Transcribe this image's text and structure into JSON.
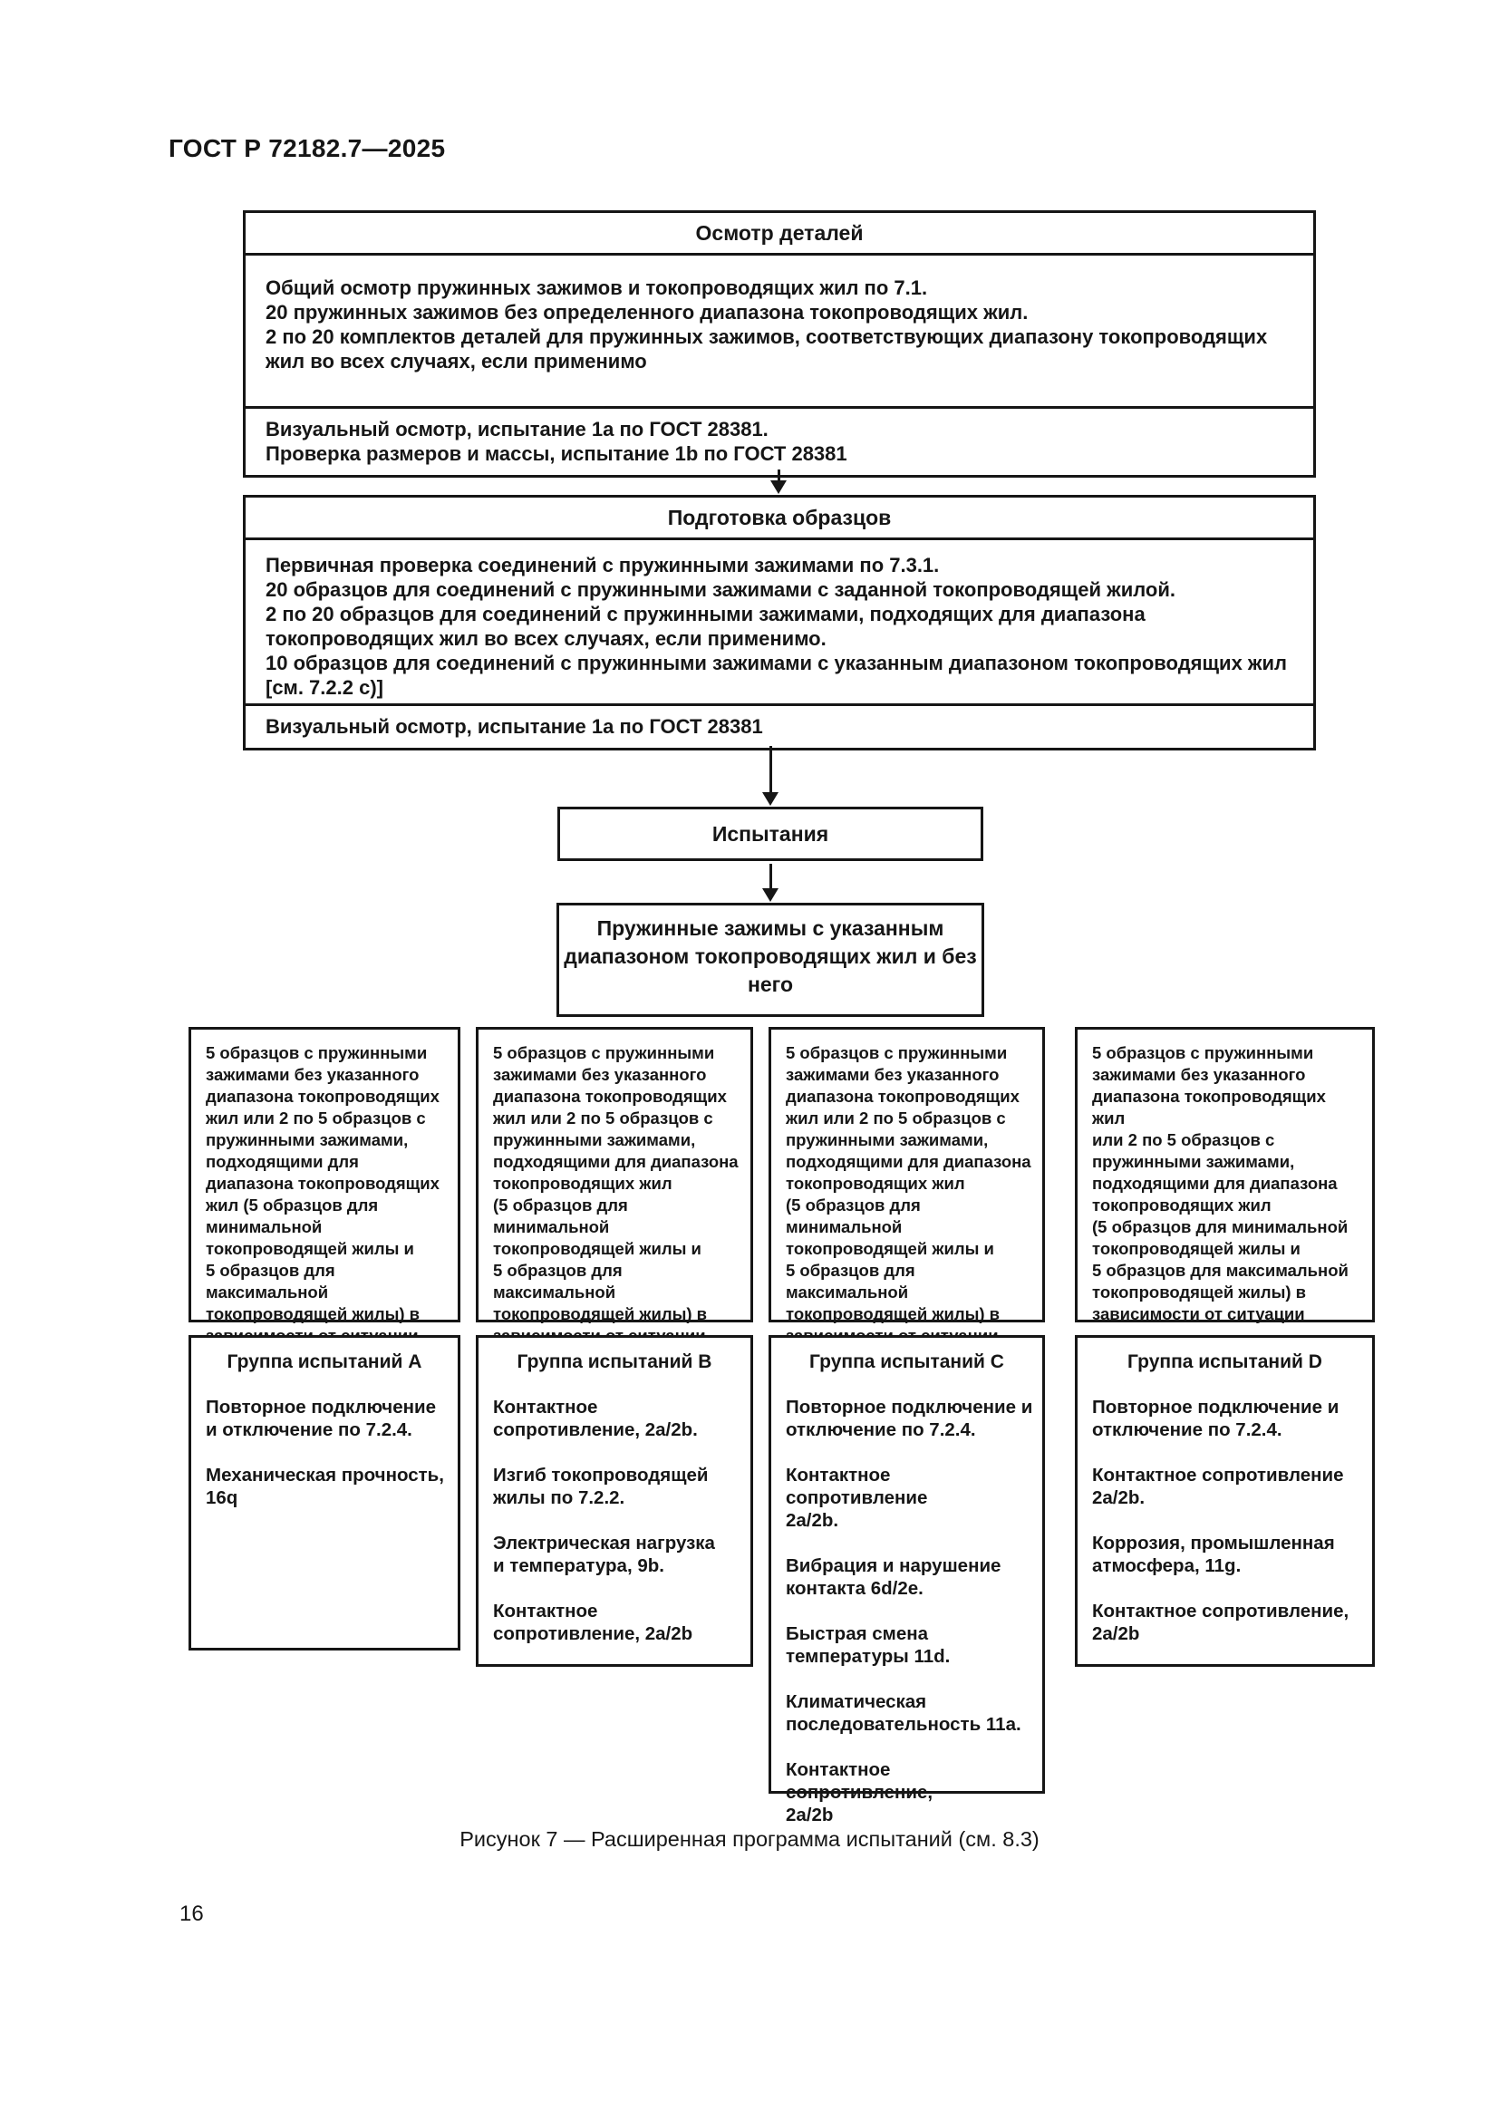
{
  "page": {
    "standard_code": "ГОСТ Р 72182.7—2025",
    "figure_caption": "Рисунок 7 — Расширенная программа испытаний (см. 8.3)",
    "page_number": "16"
  },
  "flowchart": {
    "inspection": {
      "title": "Осмотр деталей",
      "body_items": [
        "Общий осмотр пружинных зажимов и токопроводящих жил по 7.1.",
        "20 пружинных зажимов без определенного диапазона токопроводящих жил.",
        "2 по 20 комплектов деталей для пружинных зажимов, соответствующих диапазону токопроводящих жил во всех случаях, если применимо"
      ],
      "footer_items": [
        "Визуальный осмотр, испытание 1a по ГОСТ 28381.",
        "Проверка размеров и массы, испытание 1b по ГОСТ 28381"
      ]
    },
    "preparation": {
      "title": "Подготовка образцов",
      "body_items": [
        "Первичная проверка соединений с пружинными зажимами по 7.3.1.",
        "20 образцов для соединений с пружинными зажимами с заданной токопроводящей жилой.",
        "2 по 20 образцов для соединений с пружинными зажимами, подходящих для диапазона токопроводящих жил во всех случаях, если применимо.",
        "10 образцов для соединений с пружинными зажимами с указанным диапазоном токопроводящих жил [см. 7.2.2 c)]"
      ],
      "footer_items": [
        "Визуальный осмотр, испытание 1a по ГОСТ 28381"
      ]
    },
    "tests_label": "Испытания",
    "clamps_note_lines": [
      "Пружинные зажимы с указанным",
      "диапазоном токопроводящих жил и без",
      "него"
    ],
    "sample_boxes": [
      {
        "lines": [
          "5 образцов с пружинными",
          "зажимами без указанного",
          "диапазона токопроводящих",
          "жил или 2 по 5 образцов с",
          "пружинными зажимами,",
          "подходящими для",
          "диапазона токопроводящих",
          "жил (5 образцов для",
          "минимальной",
          "токопроводящей жилы и",
          "5 образцов для максимальной",
          "токопроводящей жилы) в",
          "зависимости от ситуации"
        ]
      },
      {
        "lines": [
          "5 образцов с пружинными",
          "зажимами без указанного",
          "диапазона токопроводящих",
          "жил или 2 по 5 образцов с",
          "пружинными зажимами,",
          "подходящими для диапазона",
          "токопроводящих жил",
          "(5 образцов для минимальной",
          "токопроводящей жилы и",
          "5 образцов для максимальной",
          "токопроводящей жилы) в",
          "зависимости от ситуации"
        ]
      },
      {
        "lines": [
          "5 образцов с пружинными",
          "зажимами без указанного",
          "диапазона токопроводящих",
          "жил или 2 по 5 образцов с",
          "пружинными зажимами,",
          "подходящими для диапазона",
          "токопроводящих жил",
          "(5 образцов для минимальной",
          "токопроводящей жилы и",
          "5 образцов для максимальной",
          "токопроводящей жилы) в",
          "зависимости от ситуации"
        ]
      },
      {
        "lines": [
          "5 образцов с пружинными",
          "зажимами без указанного",
          "диапазона токопроводящих жил",
          "или 2 по 5 образцов с",
          "пружинными зажимами,",
          "подходящими для диапазона",
          "токопроводящих жил",
          "(5 образцов для минимальной",
          "токопроводящей жилы и",
          "5 образцов для максимальной",
          "токопроводящей жилы) в",
          "зависимости от ситуации"
        ]
      }
    ],
    "groups": [
      {
        "title": "Группа испытаний A",
        "items": [
          "Повторное подключение\nи отключение по 7.2.4.",
          "Механическая прочность,\n16q"
        ]
      },
      {
        "title": "Группа испытаний B",
        "items": [
          "Контактное\nсопротивление, 2a/2b.",
          "Изгиб токопроводящей\nжилы по 7.2.2.",
          "Электрическая нагрузка\nи температура, 9b.",
          "Контактное\nсопротивление, 2a/2b"
        ]
      },
      {
        "title": "Группа испытаний C",
        "items": [
          "Повторное подключение и\nотключение по 7.2.4.",
          "Контактное сопротивление\n2a/2b.",
          "Вибрация и нарушение\nконтакта 6d/2e.",
          "Быстрая смена\nтемпературы 11d.",
          "Климатическая\nпоследовательность 11a.",
          "Контактное сопротивление,\n2a/2b"
        ]
      },
      {
        "title": "Группа испытаний D",
        "items": [
          "Повторное подключение и\nотключение по 7.2.4.",
          "Контактное сопротивление\n2a/2b.",
          "Коррозия, промышленная\nатмосфера, 11g.",
          "Контактное сопротивление,\n2a/2b"
        ]
      }
    ]
  }
}
